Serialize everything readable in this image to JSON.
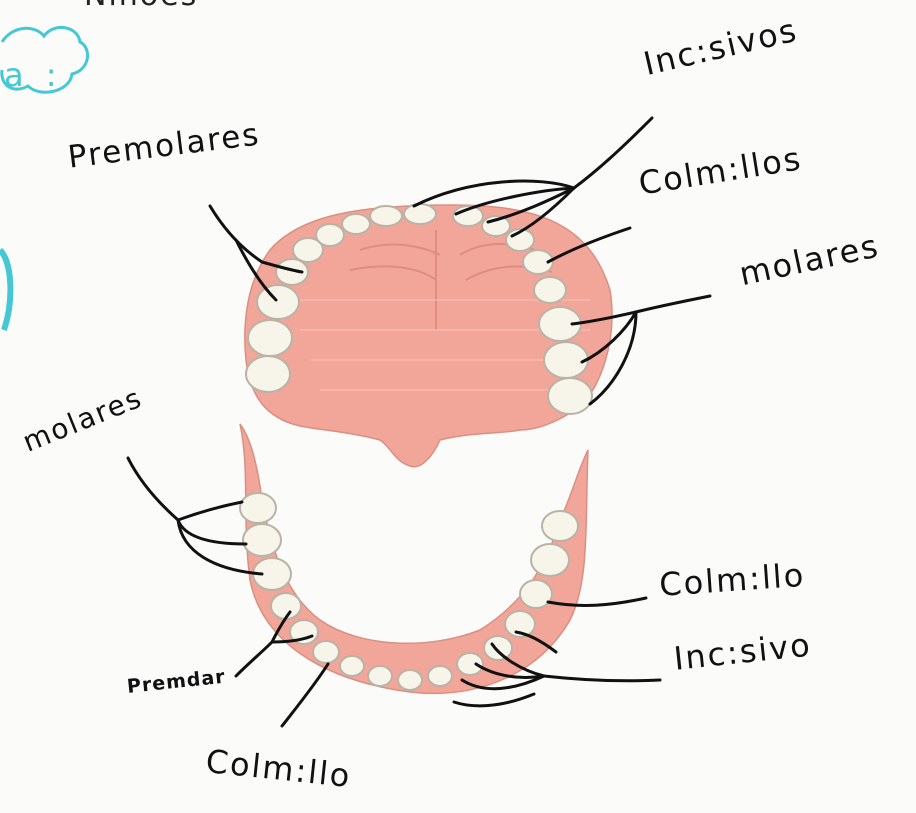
{
  "diagram": {
    "top_partial_text": "Niñoes",
    "cloud_text": "a :",
    "labels": {
      "incisivos": "Inc:sivos",
      "premolares": "Premolares",
      "colmillos": "Colm:llos",
      "molares_right": "molares",
      "molares_left": "molares",
      "colmillo_right": "Colm:llo",
      "incisivo": "Inc:sivo",
      "premolar": "Premdar",
      "colmillo_bottom": "Colm:llo"
    }
  },
  "colors": {
    "gum": "#f2a699",
    "gum_light": "#f7c2b6",
    "tooth": "#f7f4ea",
    "tooth_edge": "#b9b3a6",
    "ink": "#111111",
    "cyan_marker": "#46c7d6"
  }
}
